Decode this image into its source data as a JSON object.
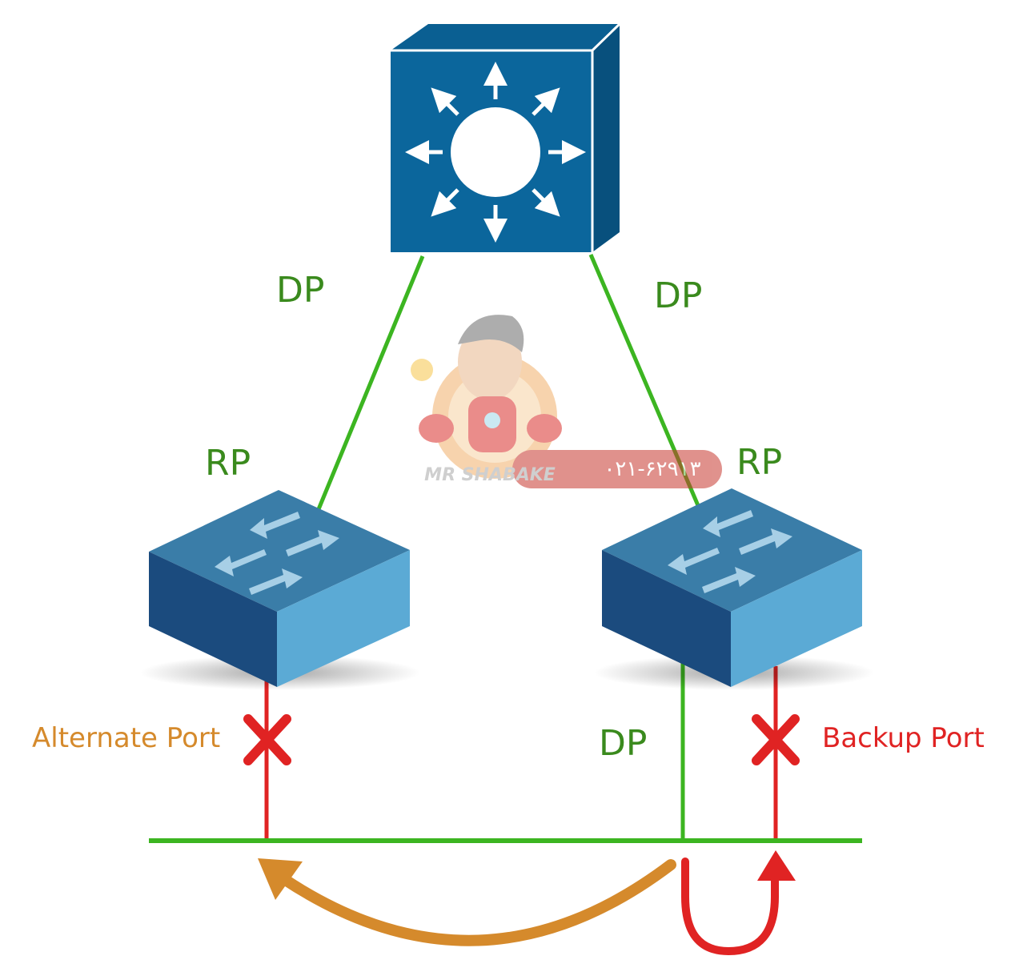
{
  "labels": {
    "dp_left": "DP",
    "dp_right": "DP",
    "rp_left": "RP",
    "rp_right": "RP",
    "dp_bottom": "DP",
    "alternate_port": "Alternate Port",
    "backup_port": "Backup Port"
  },
  "watermark": {
    "brand": "MR SHABAKE",
    "phone": "۰۲۱-۶۲۹۱۳"
  },
  "colors": {
    "link_green": "#3cb521",
    "blocked_red": "#e02323",
    "alternate_orange": "#d58a2c",
    "switch_blue": "#0b669c",
    "label_green": "#3a8a1d"
  },
  "icons": {
    "root_switch": "multilayer-switch-icon",
    "left_switch": "workgroup-switch-icon",
    "right_switch": "workgroup-switch-icon",
    "blocked_mark": "x-cross-icon"
  }
}
